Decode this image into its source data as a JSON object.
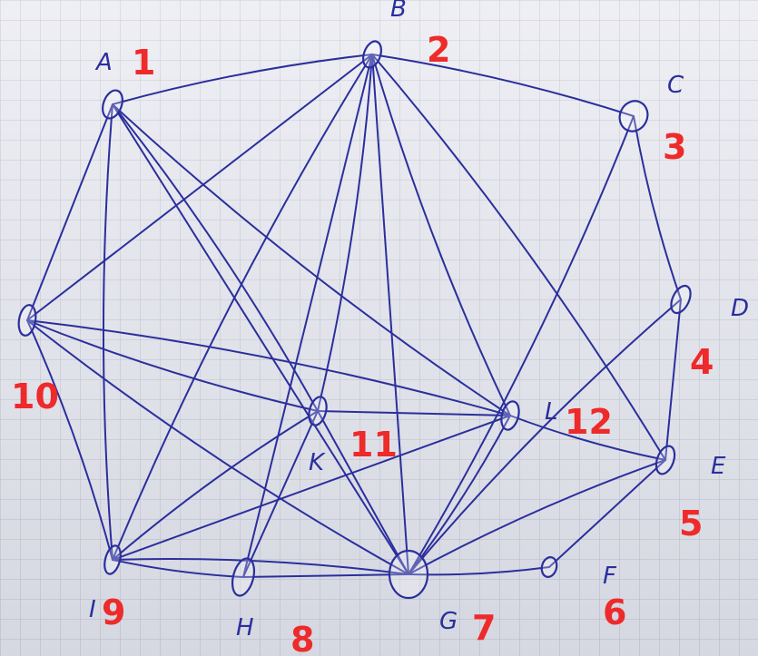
{
  "nodes": [
    {
      "id": "1",
      "letter": "A",
      "number": "1"
    },
    {
      "id": "2",
      "letter": "B",
      "number": "2"
    },
    {
      "id": "3",
      "letter": "C",
      "number": "3"
    },
    {
      "id": "4",
      "letter": "D",
      "number": "4"
    },
    {
      "id": "5",
      "letter": "E",
      "number": "5"
    },
    {
      "id": "6",
      "letter": "F",
      "number": "6"
    },
    {
      "id": "7",
      "letter": "G",
      "number": "7"
    },
    {
      "id": "8",
      "letter": "H",
      "number": "8"
    },
    {
      "id": "9",
      "letter": "I",
      "number": "9"
    },
    {
      "id": "10",
      "letter": "",
      "number": "10"
    },
    {
      "id": "11",
      "letter": "K",
      "number": "11"
    },
    {
      "id": "12",
      "letter": "L",
      "number": "12"
    }
  ],
  "edges": [
    [
      "1",
      "2"
    ],
    [
      "1",
      "10"
    ],
    [
      "1",
      "9"
    ],
    [
      "1",
      "11"
    ],
    [
      "1",
      "7"
    ],
    [
      "1",
      "12"
    ],
    [
      "2",
      "3"
    ],
    [
      "2",
      "10"
    ],
    [
      "2",
      "9"
    ],
    [
      "2",
      "11"
    ],
    [
      "2",
      "7"
    ],
    [
      "2",
      "12"
    ],
    [
      "2",
      "5"
    ],
    [
      "2",
      "8"
    ],
    [
      "3",
      "4"
    ],
    [
      "3",
      "7"
    ],
    [
      "4",
      "5"
    ],
    [
      "4",
      "7"
    ],
    [
      "5",
      "12"
    ],
    [
      "5",
      "6"
    ],
    [
      "5",
      "7"
    ],
    [
      "6",
      "7"
    ],
    [
      "7",
      "8"
    ],
    [
      "7",
      "9"
    ],
    [
      "7",
      "10"
    ],
    [
      "7",
      "11"
    ],
    [
      "7",
      "12"
    ],
    [
      "8",
      "9"
    ],
    [
      "8",
      "11"
    ],
    [
      "9",
      "10"
    ],
    [
      "9",
      "11"
    ],
    [
      "9",
      "12"
    ],
    [
      "10",
      "11"
    ],
    [
      "10",
      "12"
    ],
    [
      "11",
      "12"
    ]
  ],
  "colors": {
    "ink": "#2b2f9c",
    "red": "#ee2a2a",
    "paper": "#e9eaf0",
    "grid": "#b9bcc7"
  }
}
